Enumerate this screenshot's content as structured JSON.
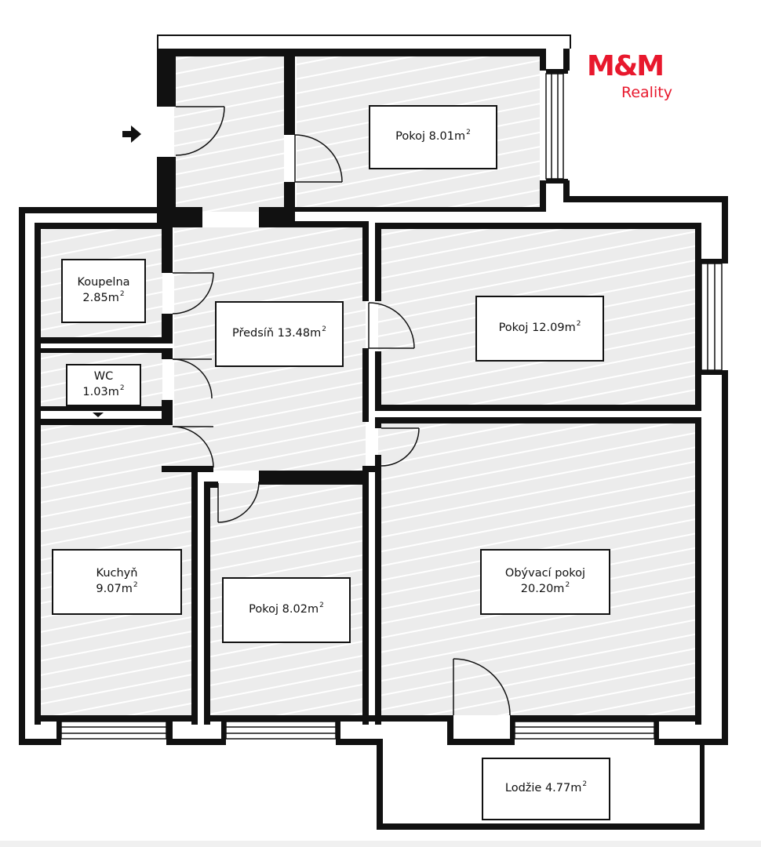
{
  "brand": {
    "logo_text": "M&M",
    "logo_subtext": "Reality",
    "color": "#e8182d"
  },
  "colors": {
    "wall": "#111111",
    "floor": "#ececec",
    "hatch": "#ffffff"
  },
  "rooms": {
    "pokoj1": {
      "name": "Pokoj",
      "area": "8.01m"
    },
    "koupelna": {
      "name": "Koupelna",
      "area": "2.85m"
    },
    "predsin": {
      "name": "Předsíň",
      "area": "13.48m"
    },
    "pokoj2": {
      "name": "Pokoj",
      "area": "12.09m"
    },
    "wc": {
      "name": "WC",
      "area": "1.03m"
    },
    "kuchyn": {
      "name": "Kuchyň",
      "area": "9.07m"
    },
    "pokoj3": {
      "name": "Pokoj",
      "area": "8.02m"
    },
    "obyvaci": {
      "name": "Obývací pokoj",
      "area": "20.20m"
    },
    "lodzie": {
      "name": "Lodžie",
      "area": "4.77m"
    }
  },
  "area_superscript": "2",
  "icons": {
    "entrance": "entrance-arrow-icon"
  }
}
